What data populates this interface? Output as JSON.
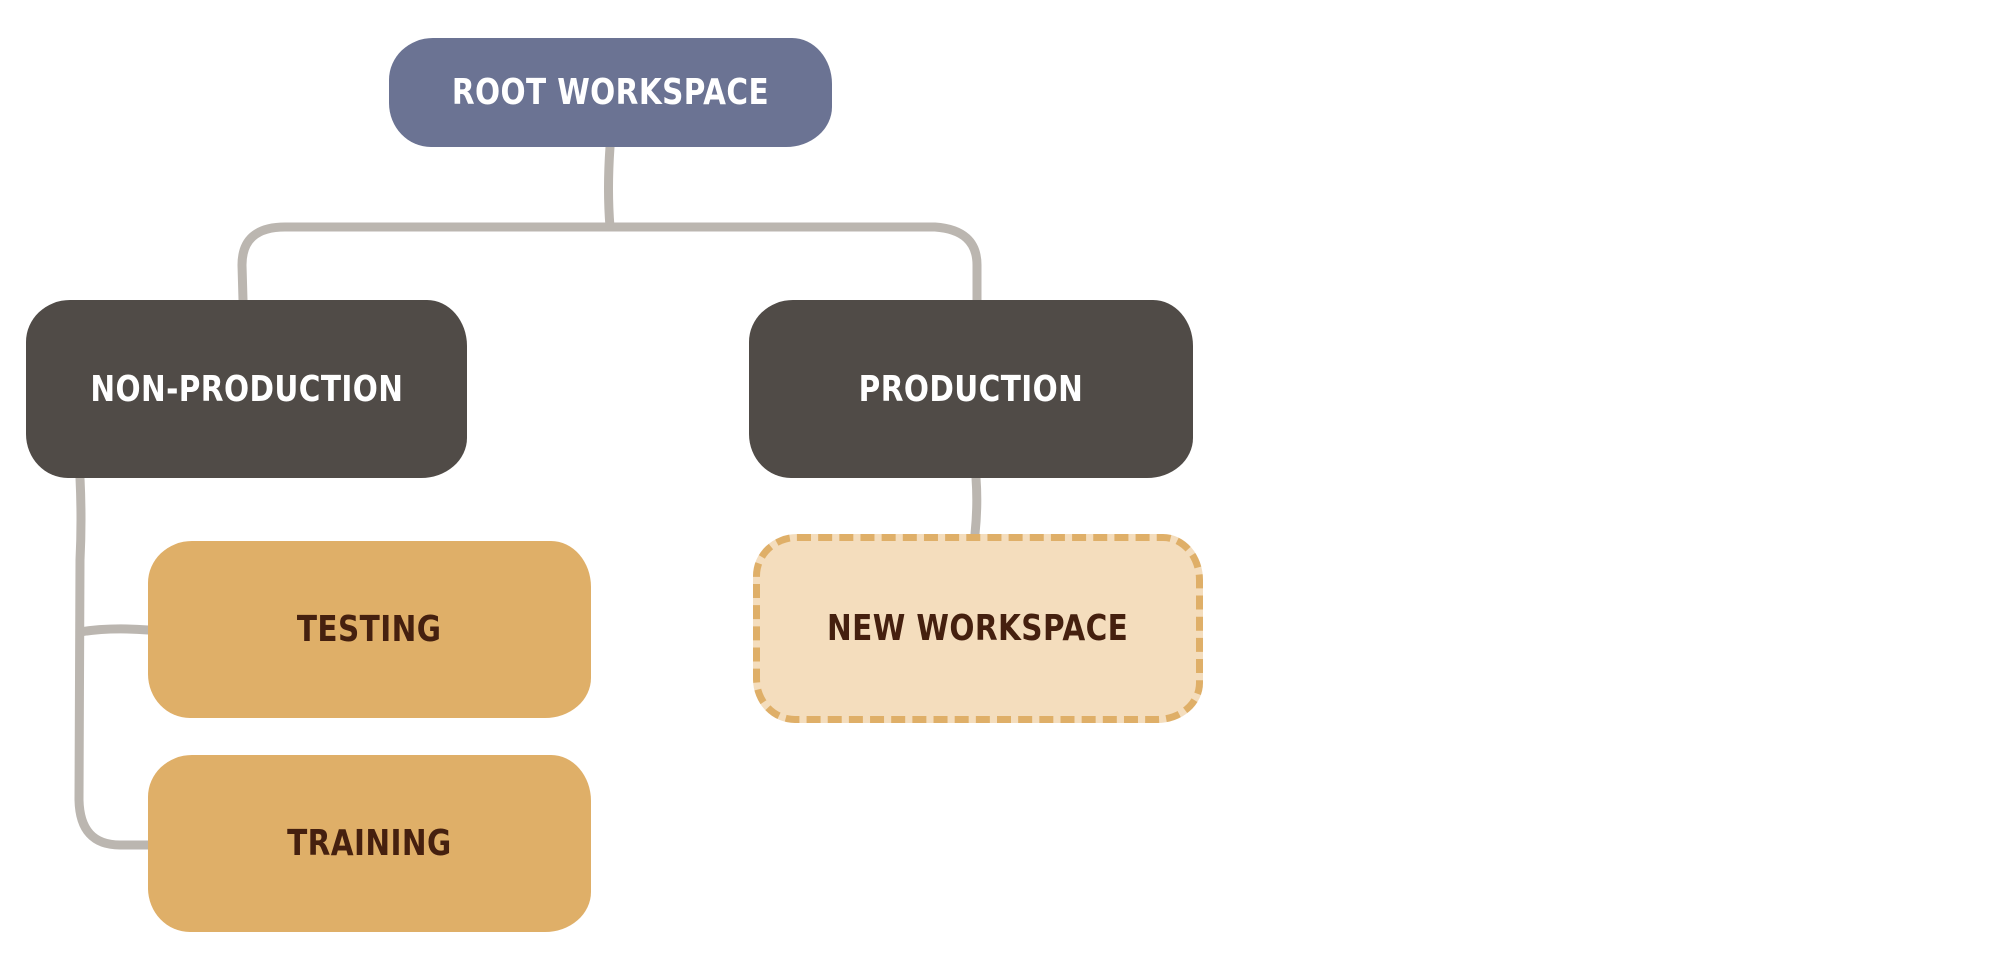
{
  "diagram": {
    "root": {
      "label": "ROOT WORKSPACE"
    },
    "nodes": [
      {
        "label": "NON-PRODUCTION",
        "parent": "ROOT WORKSPACE"
      },
      {
        "label": "PRODUCTION",
        "parent": "ROOT WORKSPACE"
      },
      {
        "label": "TESTING",
        "parent": "NON-PRODUCTION"
      },
      {
        "label": "TRAINING",
        "parent": "NON-PRODUCTION"
      },
      {
        "label": "NEW WORKSPACE",
        "parent": "PRODUCTION",
        "status": "pending"
      }
    ]
  },
  "colors": {
    "root": "#6b7393",
    "environment": "#504b47",
    "workspace": "#dfaf68",
    "new_workspace_fill": "#f4ddbd",
    "connector": "#bbb6b0"
  }
}
